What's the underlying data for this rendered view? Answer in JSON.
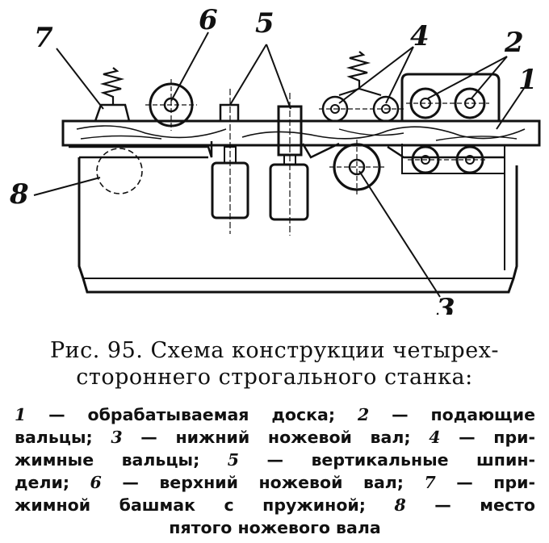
{
  "figure": {
    "labels": [
      {
        "id": "1",
        "text": "1"
      },
      {
        "id": "2",
        "text": "2"
      },
      {
        "id": "3",
        "text": "3"
      },
      {
        "id": "4",
        "text": "4"
      },
      {
        "id": "5",
        "text": "5"
      },
      {
        "id": "6",
        "text": "6"
      },
      {
        "id": "7",
        "text": "7"
      },
      {
        "id": "8",
        "text": "8"
      }
    ]
  },
  "caption": {
    "title_line1": "Рис. 95. Схема конструкции четырех-",
    "title_line2": "стороннего строгального станка:",
    "legend_lines": [
      [
        {
          "n": "1"
        },
        {
          "t": " — обрабатываемая доска; "
        },
        {
          "n": "2"
        },
        {
          "t": " — подающие"
        }
      ],
      [
        {
          "t": "вальцы; "
        },
        {
          "n": "3"
        },
        {
          "t": " — нижний ножевой вал; "
        },
        {
          "n": "4"
        },
        {
          "t": " — при-"
        }
      ],
      [
        {
          "t": "жимные вальцы; "
        },
        {
          "n": "5"
        },
        {
          "t": " — вертикальные шпин-"
        }
      ],
      [
        {
          "t": "дели; "
        },
        {
          "n": "6"
        },
        {
          "t": " — верхний ножевой вал; "
        },
        {
          "n": "7"
        },
        {
          "t": " — при-"
        }
      ],
      [
        {
          "t": "жимной башмак с пружиной; "
        },
        {
          "n": "8"
        },
        {
          "t": " — место"
        }
      ],
      [
        {
          "t": "пятого ножевого вала"
        }
      ]
    ]
  }
}
